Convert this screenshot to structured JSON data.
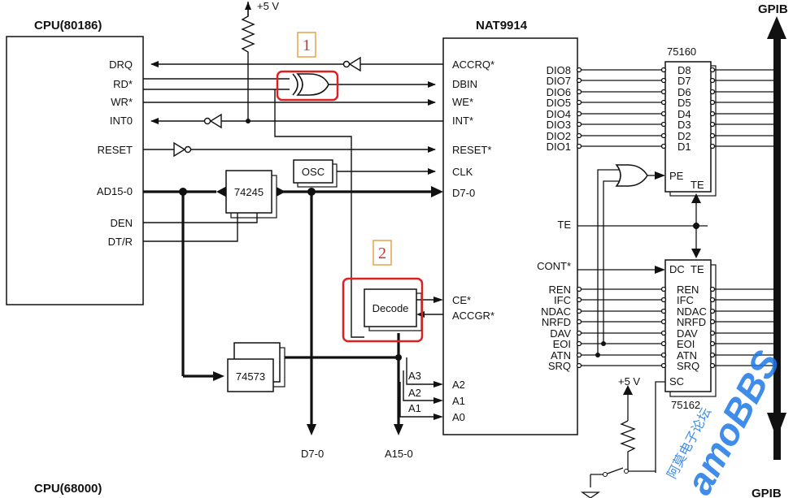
{
  "cpu": {
    "title": "CPU(80186)",
    "pins": [
      "DRQ",
      "RD*",
      "WR*",
      "INT0",
      "RESET",
      "AD15-0",
      "DEN",
      "DT/R"
    ]
  },
  "cpu2_title": "CPU(68000)",
  "nat": {
    "title": "NAT9914",
    "left_pins": [
      "ACCRQ*",
      "DBIN",
      "WE*",
      "INT*",
      "RESET*",
      "CLK",
      "D7-0",
      "CE*",
      "ACCGR*",
      "A2",
      "A1",
      "A0"
    ],
    "right_pins": [
      "DIO8",
      "DIO7",
      "DIO6",
      "DIO5",
      "DIO4",
      "DIO3",
      "DIO2",
      "DIO1",
      "TE",
      "CONT*",
      "REN",
      "IFC",
      "NDAC",
      "NRFD",
      "DAV",
      "EOI",
      "ATN",
      "SRQ"
    ]
  },
  "chip75160": {
    "title": "75160",
    "pins": [
      "D8",
      "D7",
      "D6",
      "D5",
      "D4",
      "D3",
      "D2",
      "D1",
      "PE",
      "TE"
    ]
  },
  "chip75162": {
    "title": "75162",
    "pins": [
      "DC",
      "TE",
      "REN",
      "IFC",
      "NDAC",
      "NRFD",
      "DAV",
      "EOI",
      "ATN",
      "SRQ",
      "SC"
    ]
  },
  "labels": {
    "vcc": "+5 V",
    "vcc2": "+5 V",
    "osc": "OSC",
    "buf74245": "74245",
    "latch74573": "74573",
    "decode": "Decode",
    "a3": "A3",
    "a2": "A2",
    "a1": "A1",
    "d_bus": "D7-0",
    "a_bus": "A15-0",
    "gpib_top": "GPIB",
    "gpib_bottom": "GPIB"
  },
  "callouts": [
    "1",
    "2"
  ],
  "watermark": {
    "main": "amoBBS",
    "sub": "阿莫电子论坛"
  },
  "colors": {
    "line": "#111111",
    "highlight": "#e02020",
    "callout_border": "#e8a04a",
    "callout_text": "#c0392b",
    "watermark": "#1e78e6"
  }
}
